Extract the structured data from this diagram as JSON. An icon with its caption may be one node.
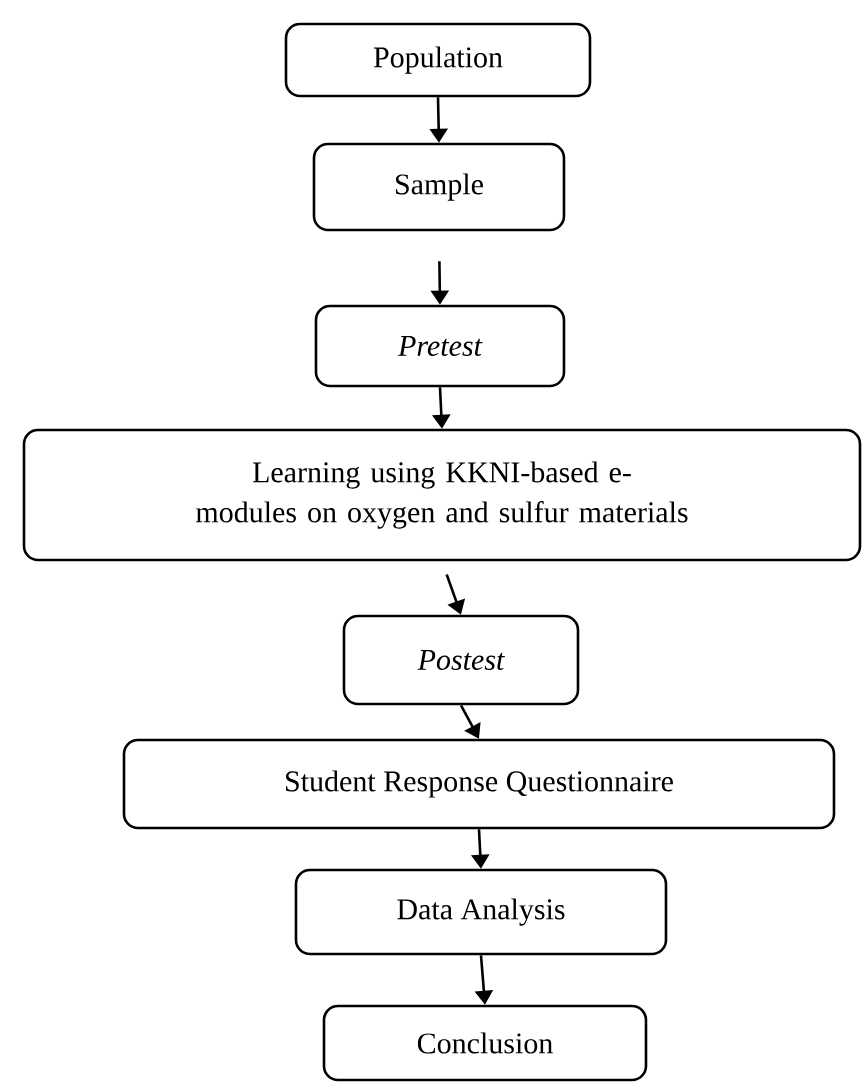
{
  "diagram": {
    "nodes": [
      {
        "text": [
          "Population"
        ]
      },
      {
        "text": [
          "Sample"
        ]
      },
      {
        "text": [
          "Pretest"
        ]
      },
      {
        "text": [
          "Learning using KKNI-based e-modules on oxygen and sulfur materials"
        ]
      },
      {
        "text": [
          "Postest"
        ]
      },
      {
        "text": [
          "Student Response Questionnaire"
        ]
      },
      {
        "text": [
          "Data Analysis"
        ]
      },
      {
        "text": [
          "Conclusion"
        ]
      }
    ],
    "edges": [
      {
        "from": 0,
        "to": 1,
        "arrow": "to"
      },
      {
        "from": 1,
        "to": 2,
        "arrow": "to"
      },
      {
        "from": 2,
        "to": 3,
        "arrow": "to"
      },
      {
        "from": 3,
        "to": 4,
        "arrow": "to"
      },
      {
        "from": 4,
        "to": 5,
        "arrow": "to"
      },
      {
        "from": 5,
        "to": 6,
        "arrow": "to"
      },
      {
        "from": 6,
        "to": 7,
        "arrow": "to"
      }
    ]
  }
}
